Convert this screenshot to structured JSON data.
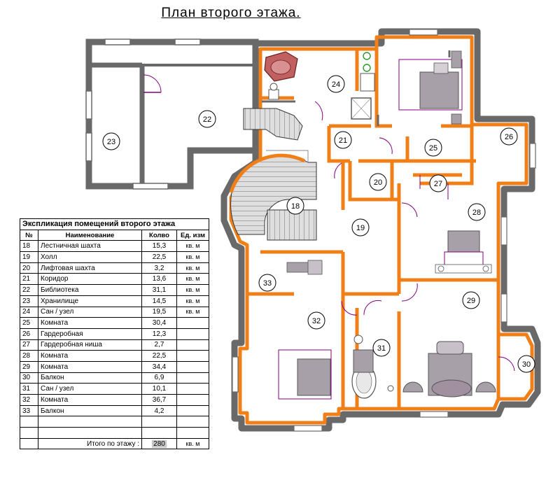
{
  "title": "План второго этажа.",
  "colors": {
    "wall": "#696969",
    "insulation": "#f07f18",
    "door_arc": "#800080",
    "stair_fill": "#d8d8d8",
    "furniture": "#a8a0a8",
    "fixture_green": "#2a9a2a"
  },
  "room_labels": [
    "18",
    "19",
    "20",
    "21",
    "22",
    "23",
    "24",
    "25",
    "26",
    "27",
    "28",
    "29",
    "30",
    "31",
    "32",
    "33"
  ],
  "table": {
    "caption": "Экспликация помещений второго этажа",
    "headers": [
      "№",
      "Наименование",
      "Колво",
      "Ед. изм"
    ],
    "rows": [
      {
        "n": "18",
        "name": "Лестничная шахта",
        "qty": "15,3",
        "unit": "кв. м"
      },
      {
        "n": "19",
        "name": "Холл",
        "qty": "22,5",
        "unit": "кв. м"
      },
      {
        "n": "20",
        "name": "Лифтовая шахта",
        "qty": "3,2",
        "unit": "кв. м"
      },
      {
        "n": "21",
        "name": "Коридор",
        "qty": "13,6",
        "unit": "кв. м"
      },
      {
        "n": "22",
        "name": "Библиотека",
        "qty": "31,1",
        "unit": "кв. м"
      },
      {
        "n": "23",
        "name": "Хранилище",
        "qty": "14,5",
        "unit": "кв. м"
      },
      {
        "n": "24",
        "name": "Сан / узел",
        "qty": "19,5",
        "unit": "кв. м"
      },
      {
        "n": "25",
        "name": "Комната",
        "qty": "30,4",
        "unit": ""
      },
      {
        "n": "26",
        "name": "Гардеробная",
        "qty": "12,3",
        "unit": ""
      },
      {
        "n": "27",
        "name": "Гардеробная ниша",
        "qty": "2,7",
        "unit": ""
      },
      {
        "n": "28",
        "name": "Комната",
        "qty": "22,5",
        "unit": ""
      },
      {
        "n": "29",
        "name": "Комната",
        "qty": "34,4",
        "unit": ""
      },
      {
        "n": "30",
        "name": "Балкон",
        "qty": "6,9",
        "unit": ""
      },
      {
        "n": "31",
        "name": "Сан / узел",
        "qty": "10,1",
        "unit": ""
      },
      {
        "n": "32",
        "name": "Комната",
        "qty": "36,7",
        "unit": ""
      },
      {
        "n": "33",
        "name": "Балкон",
        "qty": "4,2",
        "unit": ""
      }
    ],
    "total_label": "Итого по этажу :",
    "total_value": "280",
    "total_unit": "кв. м"
  }
}
